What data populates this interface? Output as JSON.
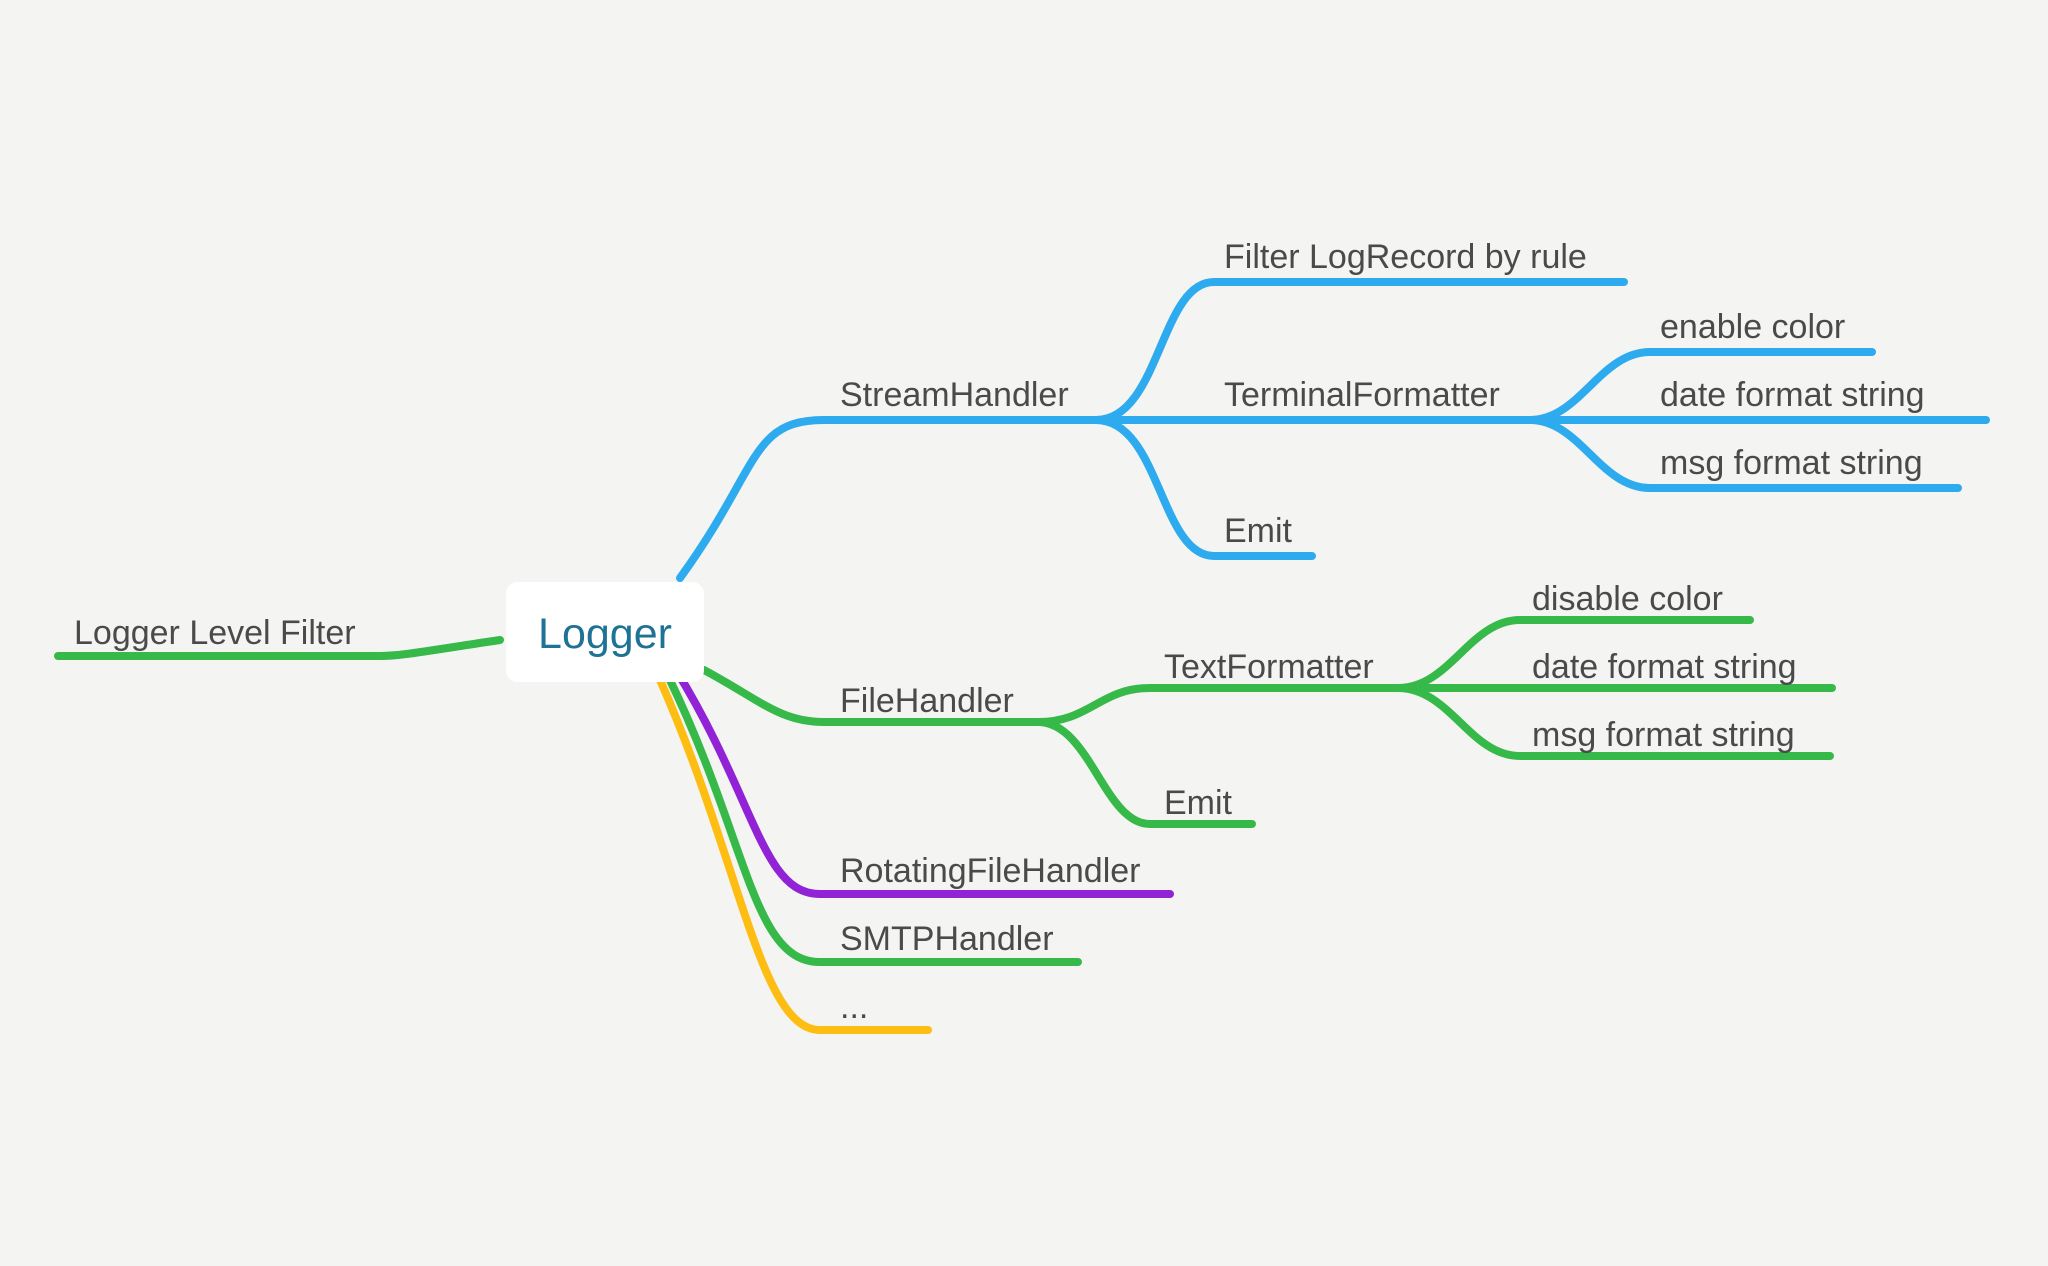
{
  "colors": {
    "background": "#f4f5f2",
    "blue": "#2eabee",
    "green": "#37b94a",
    "purple": "#9222d5",
    "yellow": "#fdbd12",
    "root_text": "#1e7296",
    "node_text": "#4a4a4a"
  },
  "root": {
    "label": "Logger"
  },
  "left": {
    "label": "Logger Level Filter"
  },
  "stream": {
    "label": "StreamHandler",
    "filter": "Filter LogRecord by rule",
    "formatter": {
      "label": "TerminalFormatter",
      "items": [
        "enable color",
        "date format string",
        "msg format string"
      ]
    },
    "emit": "Emit"
  },
  "file": {
    "label": "FileHandler",
    "formatter": {
      "label": "TextFormatter",
      "items": [
        "disable color",
        "date format string",
        "msg format string"
      ]
    },
    "emit": "Emit"
  },
  "rotating": {
    "label": "RotatingFileHandler"
  },
  "smtp": {
    "label": "SMTPHandler"
  },
  "more": {
    "label": "..."
  }
}
